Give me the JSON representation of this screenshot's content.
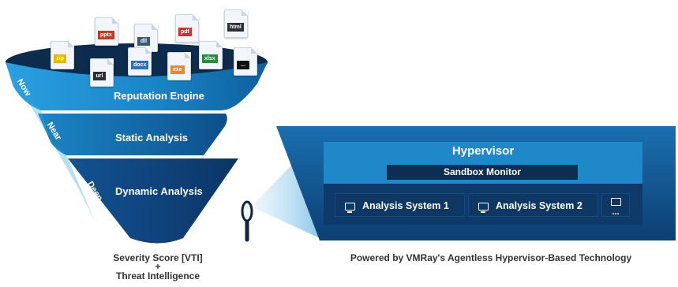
{
  "funnel": {
    "tiers": [
      {
        "side_label": "Now",
        "label": "Reputation Engine"
      },
      {
        "side_label": "Near",
        "label": "Static Analysis"
      },
      {
        "side_label": "Deep",
        "label": "Dynamic Analysis"
      }
    ],
    "files": [
      {
        "ext": "pptx",
        "color": "#c0392b"
      },
      {
        "ext": "dll",
        "color": "#3b5876"
      },
      {
        "ext": "pdf",
        "color": "#d0312d"
      },
      {
        "ext": "html",
        "color": "#2b2f36"
      },
      {
        "ext": "zip",
        "color": "#e6b800"
      },
      {
        "ext": "url",
        "color": "#2b2f36"
      },
      {
        "ext": "docx",
        "color": "#2f6fc0"
      },
      {
        "ext": "exe",
        "color": "#e8892b"
      },
      {
        "ext": "xlsx",
        "color": "#2e8b3e"
      },
      {
        "ext": "...",
        "color": "#111111"
      }
    ]
  },
  "hypervisor": {
    "title": "Hypervisor",
    "sandbox_monitor": "Sandbox Monitor",
    "analysis_systems": [
      "Analysis System 1",
      "Analysis System 2"
    ],
    "more_systems": "..."
  },
  "captions": {
    "left_line1": "Severity Score [VTI]",
    "left_line2": "+",
    "left_line3": "Threat Intelligence",
    "right": "Powered by VMRay's Agentless Hypervisor-Based Technology"
  },
  "colors": {
    "funnel_top": "#1a86c8",
    "funnel_mid": "#1a6fae",
    "funnel_deep": "#0f3f72",
    "panel": "#0f5a94",
    "panel_inner": "#1b7fc1",
    "funnel_rim": "#0c2b4d"
  }
}
